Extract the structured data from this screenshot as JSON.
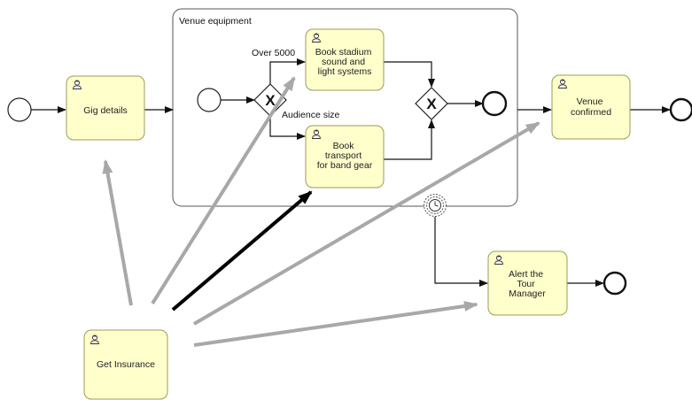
{
  "subprocess": {
    "label": "Venue equipment"
  },
  "tasks": {
    "gig_details": [
      "Gig details"
    ],
    "book_stadium": [
      "Book stadium",
      "sound and",
      "light systems"
    ],
    "book_transport": [
      "Book",
      "transport",
      "for band gear"
    ],
    "venue_confirmed": [
      "Venue",
      "confirmed"
    ],
    "alert_manager": [
      "Alert the",
      "Tour",
      "Manager"
    ],
    "get_insurance": [
      "Get Insurance"
    ]
  },
  "flow_labels": {
    "over_5000": "Over 5000",
    "audience_size": "Audience size"
  },
  "gateway_symbol": "X",
  "colors": {
    "task_fill": "#ffffcc",
    "task_stroke": "#9b9b5a",
    "flow": "#111111",
    "association_gray": "#a8a8a8",
    "association_black": "#000000",
    "subprocess_stroke": "#555555"
  }
}
